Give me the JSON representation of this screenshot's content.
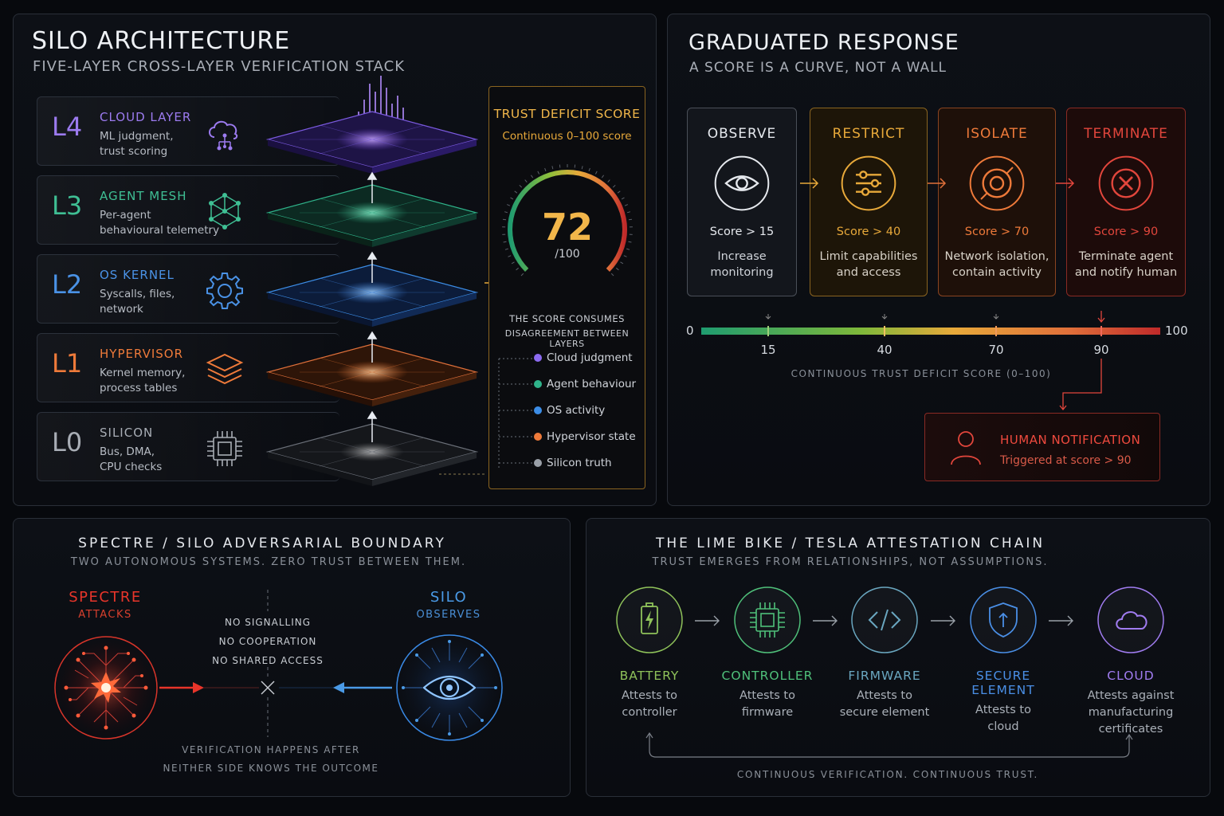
{
  "silo": {
    "title": "SILO ARCHITECTURE",
    "subtitle": "FIVE-LAYER CROSS-LAYER VERIFICATION STACK",
    "layers": [
      {
        "code": "L4",
        "name": "CLOUD LAYER",
        "desc": "ML judgment,\ntrust scoring",
        "color": "#9c7bf0",
        "icon": "cloud-network-icon"
      },
      {
        "code": "L3",
        "name": "AGENT MESH",
        "desc": "Per-agent\nbehavioural telemetry",
        "color": "#3fbf94",
        "icon": "mesh-network-icon"
      },
      {
        "code": "L2",
        "name": "OS KERNEL",
        "desc": "Syscalls, files,\nnetwork",
        "color": "#4a92e6",
        "icon": "gear-icon"
      },
      {
        "code": "L1",
        "name": "HYPERVISOR",
        "desc": "Kernel memory,\nprocess tables",
        "color": "#ee7a3a",
        "icon": "layers-icon"
      },
      {
        "code": "L0",
        "name": "SILICON",
        "desc": "Bus, DMA,\nCPU checks",
        "color": "#a8adb5",
        "icon": "chip-icon"
      }
    ]
  },
  "score": {
    "title": "TRUST DEFICIT SCORE",
    "subtitle": "Continuous 0–100 score",
    "value": "72",
    "unit": "/100",
    "gauge_fraction": 0.72,
    "note_line1": "THE SCORE CONSUMES",
    "note_line2": "DISAGREEMENT BETWEEN LAYERS",
    "legend": [
      {
        "label": "Cloud judgment",
        "color": "#8c6bf0"
      },
      {
        "label": "Agent behaviour",
        "color": "#2fb38a"
      },
      {
        "label": "OS activity",
        "color": "#3c8de6"
      },
      {
        "label": "Hypervisor state",
        "color": "#ee7a3a"
      },
      {
        "label": "Silicon truth",
        "color": "#9aa0a8"
      }
    ]
  },
  "graduated": {
    "title": "GRADUATED RESPONSE",
    "subtitle": "A SCORE IS A CURVE, NOT A WALL",
    "steps": [
      {
        "title": "OBSERVE",
        "score": "Score > 15",
        "desc": "Increase\nmonitoring",
        "color": "#e6e9ee",
        "icon": "eye-icon"
      },
      {
        "title": "RESTRICT",
        "score": "Score > 40",
        "desc": "Limit capabilities\nand access",
        "color": "#e8a93a",
        "icon": "sliders-icon"
      },
      {
        "title": "ISOLATE",
        "score": "Score > 70",
        "desc": "Network isolation,\ncontain activity",
        "color": "#ee7a3a",
        "icon": "isolate-icon"
      },
      {
        "title": "TERMINATE",
        "score": "Score > 90",
        "desc": "Terminate agent\nand notify human",
        "color": "#e2463c",
        "icon": "close-circle-icon"
      }
    ],
    "scale_min": "0",
    "scale_max": "100",
    "ticks": [
      "15",
      "40",
      "70",
      "90"
    ],
    "scale_caption": "CONTINUOUS TRUST DEFICIT SCORE (0–100)",
    "human": {
      "title": "HUMAN NOTIFICATION",
      "desc": "Triggered at score > 90"
    }
  },
  "spectre": {
    "title": "SPECTRE / SILO ADVERSARIAL BOUNDARY",
    "subtitle": "TWO AUTONOMOUS SYSTEMS. ZERO TRUST BETWEEN THEM.",
    "left_name": "SPECTRE",
    "left_role": "ATTACKS",
    "right_name": "SILO",
    "right_role": "OBSERVES",
    "rules": [
      "NO SIGNALLING",
      "NO COOPERATION",
      "NO SHARED ACCESS"
    ],
    "footer_line1": "VERIFICATION HAPPENS AFTER",
    "footer_line2": "NEITHER SIDE KNOWS THE OUTCOME"
  },
  "chain": {
    "title": "THE LIME BIKE / TESLA ATTESTATION CHAIN",
    "subtitle": "TRUST EMERGES FROM RELATIONSHIPS, NOT ASSUMPTIONS.",
    "items": [
      {
        "name": "BATTERY",
        "desc": "Attests to\ncontroller",
        "color": "#8fc25a",
        "icon": "battery-icon"
      },
      {
        "name": "CONTROLLER",
        "desc": "Attests to\nfirmware",
        "color": "#4fc07a",
        "icon": "chip-icon"
      },
      {
        "name": "FIRMWARE",
        "desc": "Attests to\nsecure element",
        "color": "#6aa7c0",
        "icon": "code-icon"
      },
      {
        "name": "SECURE ELEMENT",
        "desc": "Attests to\ncloud",
        "color": "#4a8fe6",
        "icon": "shield-icon"
      },
      {
        "name": "CLOUD",
        "desc": "Attests against\nmanufacturing\ncertificates",
        "color": "#a07cf0",
        "icon": "cloud-icon"
      }
    ],
    "footer": "CONTINUOUS VERIFICATION. CONTINUOUS TRUST."
  }
}
